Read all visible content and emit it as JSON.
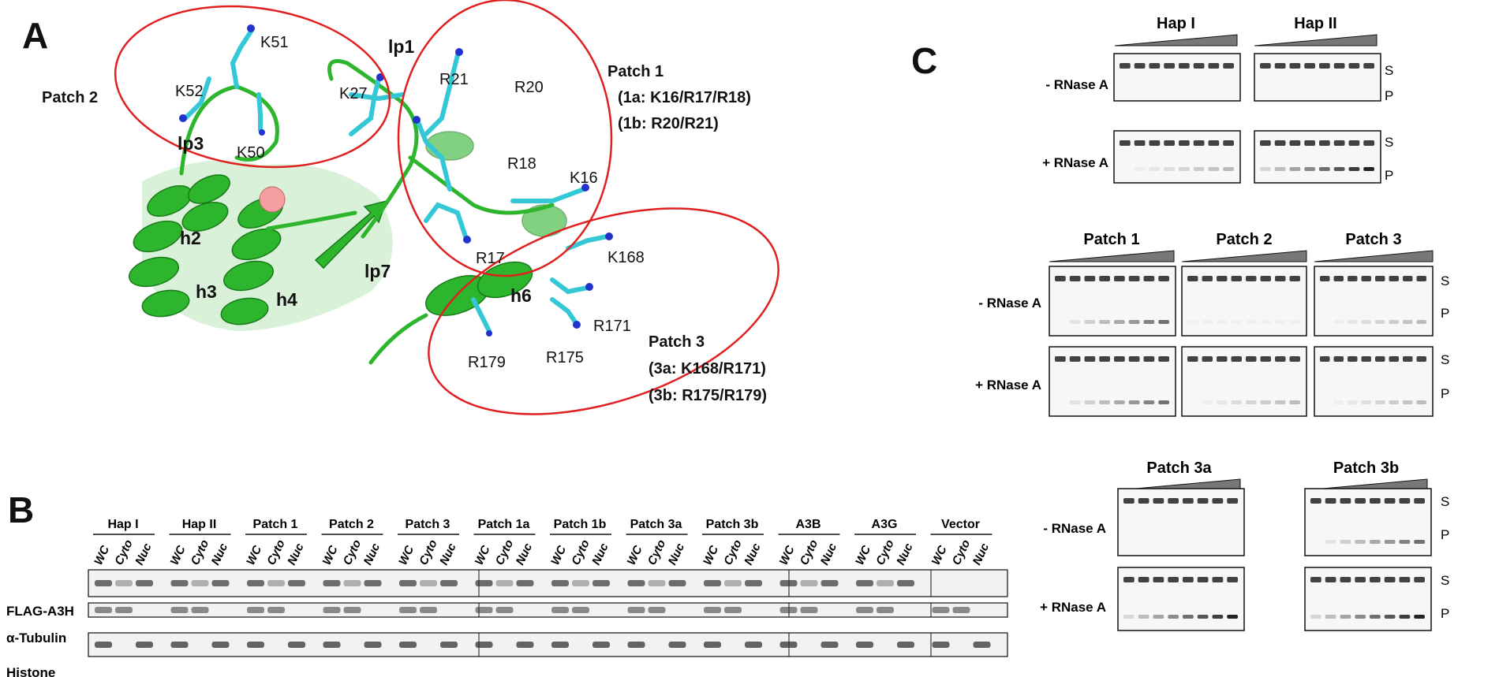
{
  "panels": {
    "a": "A",
    "b": "B",
    "c": "C"
  },
  "panel_a": {
    "residues": {
      "K51": "K51",
      "K52": "K52",
      "K50": "K50",
      "K27": "K27",
      "R21": "R21",
      "R20": "R20",
      "R18": "R18",
      "K16": "K16",
      "R17": "R17",
      "K168": "K168",
      "R171": "R171",
      "R175": "R175",
      "R179": "R179"
    },
    "loops": {
      "lp1": "lp1",
      "lp3": "lp3",
      "lp7": "lp7"
    },
    "helices": {
      "h2": "h2",
      "h3": "h3",
      "h4": "h4",
      "h6": "h6"
    },
    "patch1": {
      "title": "Patch 1",
      "sub_a": "(1a: K16/R17/R18)",
      "sub_b": "(1b: R20/R21)"
    },
    "patch2": {
      "title": "Patch 2"
    },
    "patch3": {
      "title": "Patch 3",
      "sub_a": "(3a: K168/R171)",
      "sub_b": "(3b: R175/R179)"
    },
    "colors": {
      "helix": "#2db52d",
      "sidechain": "#34c8d6",
      "nitrogen": "#2233cc",
      "ellipse": "#e02020",
      "zinc": "#f4a0a0"
    }
  },
  "panel_b": {
    "groups": [
      "Hap I",
      "Hap II",
      "Patch 1",
      "Patch 2",
      "Patch 3",
      "Patch 1a",
      "Patch 1b",
      "Patch 3a",
      "Patch 3b",
      "A3B",
      "A3G",
      "Vector"
    ],
    "lanes": [
      "WC",
      "Cyto",
      "Nuc"
    ],
    "rows": [
      "FLAG-A3H",
      "α-Tubulin",
      "Histone"
    ]
  },
  "panel_c": {
    "minus_label": "- RNase A",
    "plus_label": "+ RNase A",
    "substrate_label": "S",
    "product_label": "P",
    "row1": [
      "Hap I",
      "Hap II"
    ],
    "row2": [
      "Patch 1",
      "Patch 2",
      "Patch 3"
    ],
    "row3": [
      "Patch 3a",
      "Patch 3b"
    ]
  }
}
